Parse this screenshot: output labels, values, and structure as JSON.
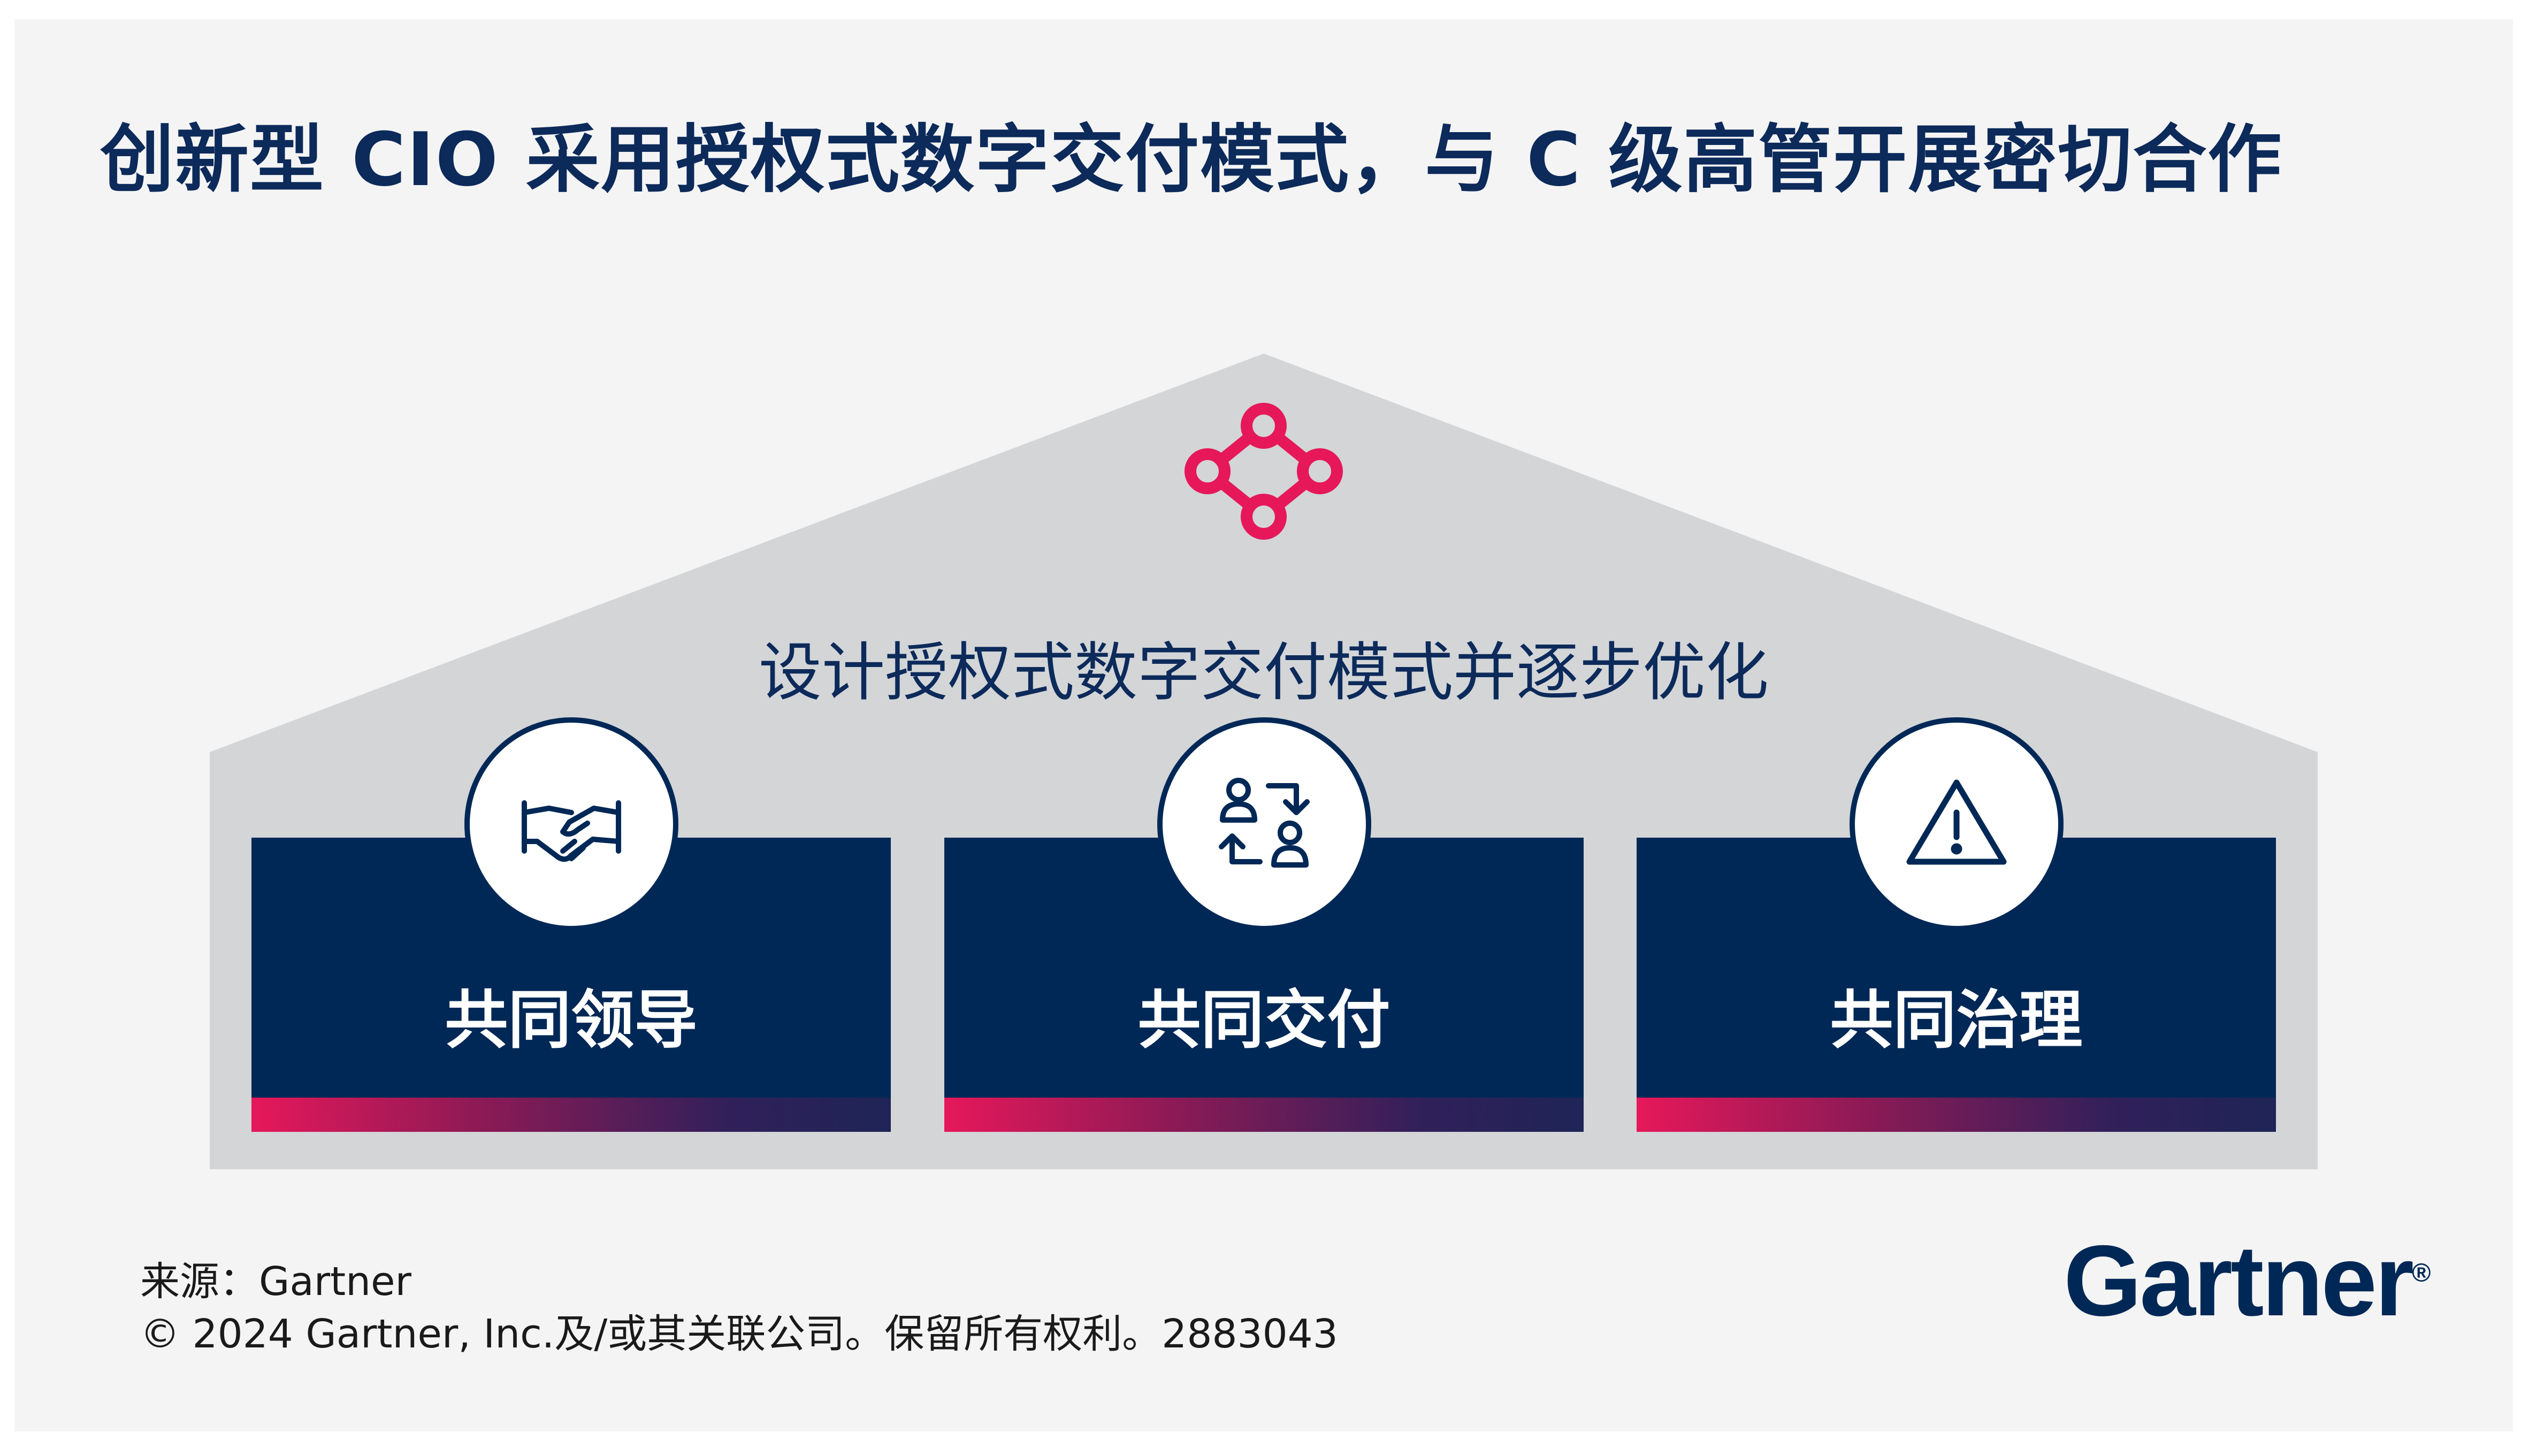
{
  "title": "创新型 CIO 采用授权式数字交付模式，与 C 级高管开展密切合作",
  "roof": {
    "icon": "network-diamond-icon",
    "subtitle": "设计授权式数字交付模式并逐步优化"
  },
  "pillars": [
    {
      "label": "共同领导",
      "icon": "handshake-icon"
    },
    {
      "label": "共同交付",
      "icon": "people-exchange-icon"
    },
    {
      "label": "共同治理",
      "icon": "warning-triangle-icon"
    }
  ],
  "footer": {
    "source": "来源：Gartner",
    "copyright": "© 2024 Gartner, Inc.及/或其关联公司。保留所有权利。2883043"
  },
  "brand": {
    "name": "Gartner",
    "mark": "®"
  },
  "colors": {
    "navy": "#002856",
    "accent": "#e6185a",
    "roof": "#d3d5d7",
    "background": "#f4f4f4"
  }
}
